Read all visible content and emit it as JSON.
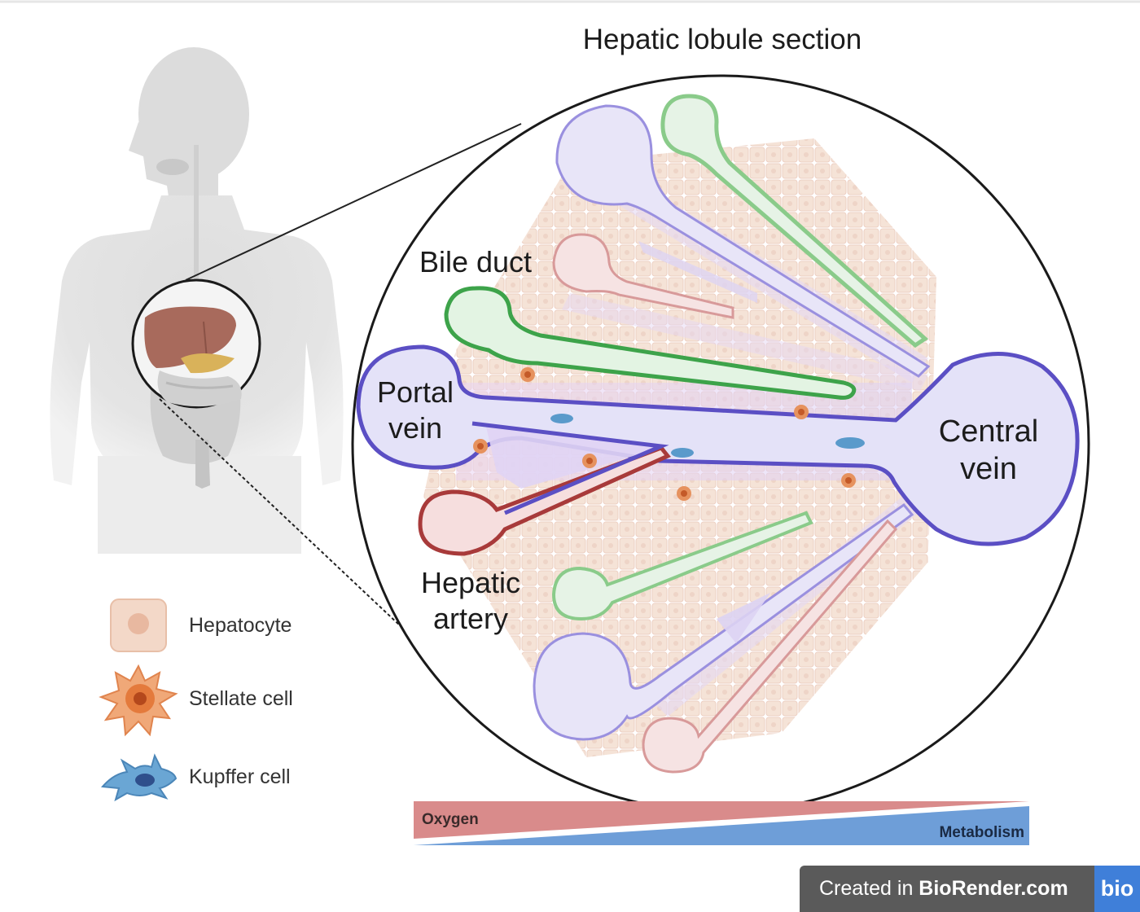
{
  "figure": {
    "title": "Hepatic lobule section",
    "labels": {
      "bile_duct": "Bile duct",
      "portal_vein": [
        "Portal",
        "vein"
      ],
      "central_vein": [
        "Central",
        "vein"
      ],
      "hepatic_artery": [
        "Hepatic",
        "artery"
      ]
    },
    "legend": [
      {
        "icon": "hepatocyte-icon",
        "label": "Hepatocyte"
      },
      {
        "icon": "stellate-cell-icon",
        "label": "Stellate cell"
      },
      {
        "icon": "kupffer-cell-icon",
        "label": "Kupffer cell"
      }
    ],
    "gradient": {
      "top_label": "Oxygen",
      "bottom_label": "Metabolism",
      "top_color": "#d98b8b",
      "bottom_color": "#6e9ed8"
    },
    "colors": {
      "portal_vein": "#5b4fc4",
      "bile_duct": "#3da34a",
      "hepatic_artery": "#a83a3a",
      "hepatocyte": "#f3d8c8",
      "stellate": "#e07f45",
      "kupffer": "#4e8fc0"
    }
  },
  "watermark": {
    "prefix": "Created in ",
    "brand": "BioRender.com",
    "logo": "bio"
  }
}
